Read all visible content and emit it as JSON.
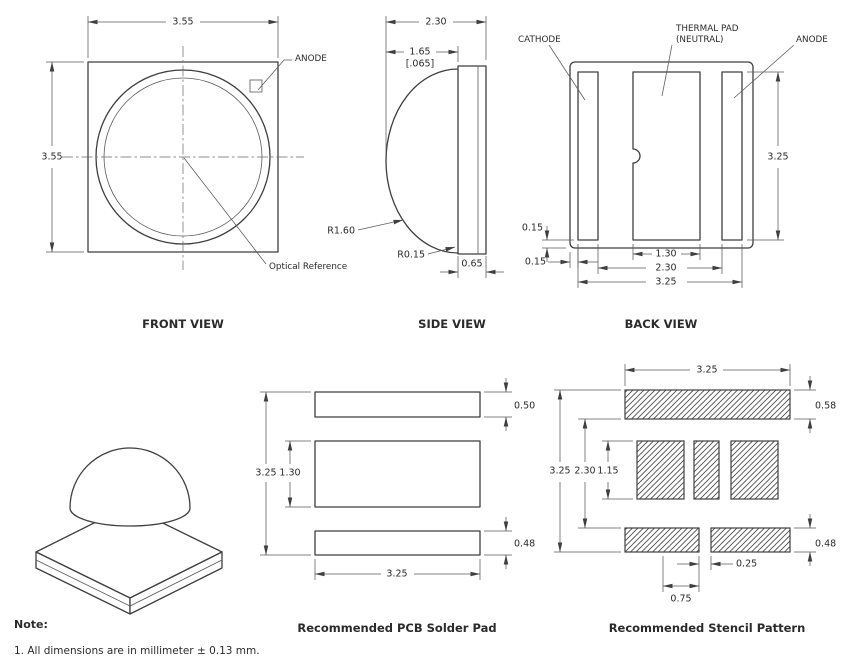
{
  "colors": {
    "ink": "#3f3f3f",
    "background": "#ffffff"
  },
  "front": {
    "title": "FRONT VIEW",
    "dim_width": "3.55",
    "dim_height": "3.55",
    "anode_label": "ANODE",
    "optical_label": "Optical Reference"
  },
  "side": {
    "title": "SIDE VIEW",
    "dim_total": "2.30",
    "dim_dome": "1.65",
    "dim_dome_in": "[.065]",
    "dim_r_dome": "R1.60",
    "dim_r_fillet": "R0.15",
    "dim_base": "0.65"
  },
  "back": {
    "title": "BACK VIEW",
    "cathode_label": "CATHODE",
    "thermal_label_1": "THERMAL PAD",
    "thermal_label_2": "(NEUTRAL)",
    "anode_label": "ANODE",
    "dim_height": "3.25",
    "dim_edge_gap_v": "0.15",
    "dim_edge_gap_h": "0.15",
    "dim_center_pad": "1.30",
    "dim_inner_span": "2.30",
    "dim_outer_span": "3.25"
  },
  "solder": {
    "title": "Recommended PCB Solder Pad",
    "dim_height": "3.25",
    "dim_center_height": "1.30",
    "dim_top_pad": "0.50",
    "dim_bottom_pad": "0.48",
    "dim_width": "3.25"
  },
  "stencil": {
    "title": "Recommended Stencil Pattern",
    "dim_top_width": "3.25",
    "dim_top_bar": "0.58",
    "dim_height": "3.25",
    "dim_inner_height": "2.30",
    "dim_aperture_height": "1.15",
    "dim_bottom_bar": "0.48",
    "dim_gap": "0.25",
    "dim_offset": "0.75"
  },
  "note": {
    "heading": "Note:",
    "line_1": "1. All dimensions are in millimeter ± 0.13 mm."
  }
}
